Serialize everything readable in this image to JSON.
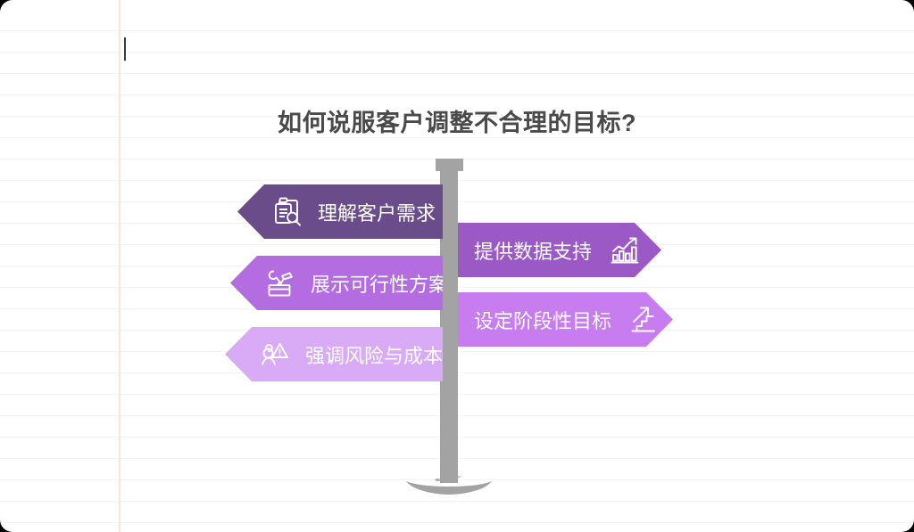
{
  "page": {
    "title": "如何说服客户调整不合理的目标?",
    "background_style": "ruled-notebook-paper",
    "colors": {
      "title_text": "#4a4a4a",
      "post_gray": "#a3a3a3",
      "rule_line": "#f4f4f6",
      "margin_line": "#f9e3e3",
      "label_text": "#ffffff"
    }
  },
  "signpost": {
    "left_signs": [
      {
        "label": "理解客户需求",
        "icon": "clipboard-search-icon",
        "color": "#6b4c8a"
      },
      {
        "label": "展示可行性方案",
        "icon": "toolbox-icon",
        "color": "#b36de0"
      },
      {
        "label": "强调风险与成本",
        "icon": "person-warning-icon",
        "color": "#d9aaf5"
      }
    ],
    "right_signs": [
      {
        "label": "提供数据支持",
        "icon": "bar-chart-growth-icon",
        "color": "#9b59c6"
      },
      {
        "label": "设定阶段性目标",
        "icon": "stairs-arrow-icon",
        "color": "#c77cf0"
      }
    ]
  }
}
